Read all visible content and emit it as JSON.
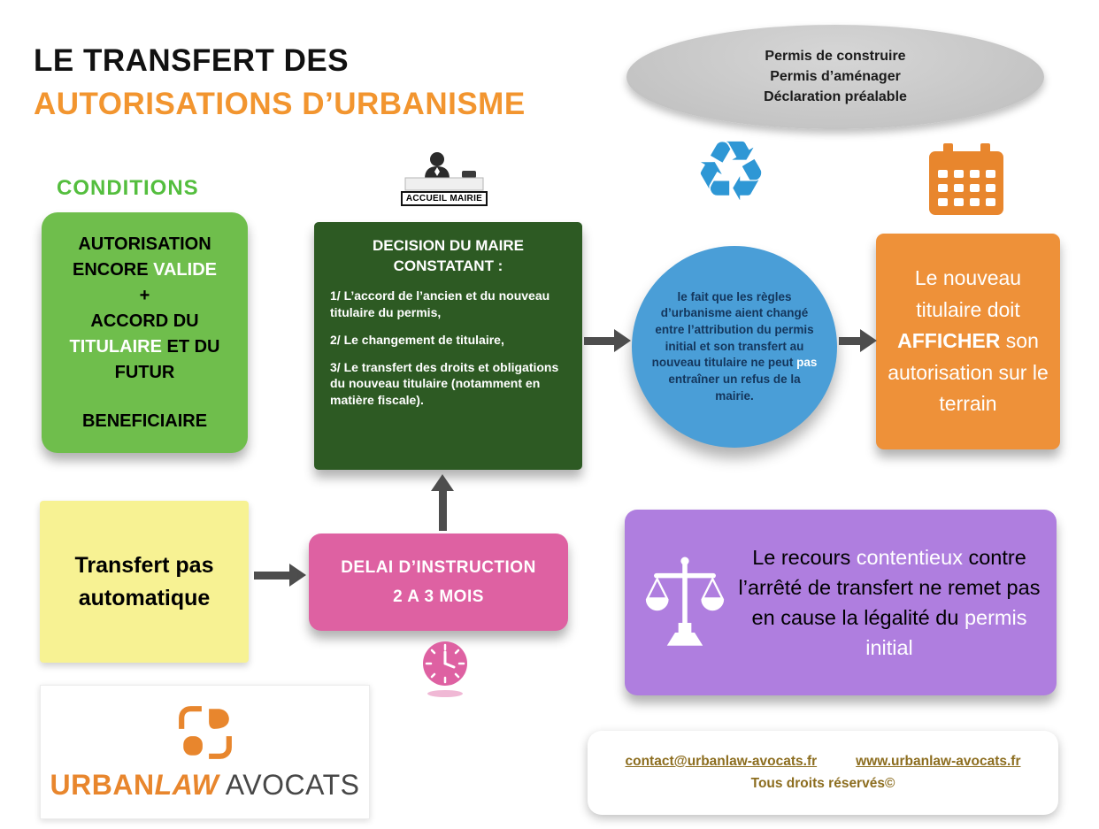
{
  "header": {
    "title_line1": "LE TRANSFERT DES",
    "title_line2": "AUTORISATIONS D’URBANISME"
  },
  "permits_bubble": {
    "line1": "Permis de construire",
    "line2": "Permis d’aménager",
    "line3": "Déclaration préalable"
  },
  "conditions": {
    "heading": "CONDITIONS",
    "line1": "AUTORISATION",
    "line2_black": "ENCORE ",
    "line2_white": "VALIDE",
    "line3": "+",
    "line4": "ACCORD DU",
    "line5_white": "TITULAIRE",
    "line5_black": " ET DU",
    "line6": "FUTUR",
    "line7": "BENEFICIAIRE"
  },
  "mairie": {
    "sign": "ACCUEIL MAIRIE",
    "heading_line1": "DECISION DU MAIRE",
    "heading_line2": "CONSTATANT :",
    "item1": "1/ L’accord de l’ancien et du nouveau titulaire du permis,",
    "item2": "2/ Le changement de titulaire,",
    "item3": "3/ Le transfert des droits et obligations du nouveau titulaire (notamment en matière fiscale)."
  },
  "rules_circle": {
    "seg1": "le fait que les règles d’urbanisme aient changé entre l’attribution du permis initial et son transfert au nouveau titulaire ne peut ",
    "seg_highlight": "pas",
    "seg2": " entraîner un refus de la mairie."
  },
  "display_box": {
    "seg1": "Le nouveau titulaire doit ",
    "seg_bold": "AFFICHER",
    "seg2": " son autorisation sur le terrain"
  },
  "transfer_box": {
    "text": "Transfert pas automatique"
  },
  "delay_box": {
    "line1": "DELAI D’INSTRUCTION",
    "line2": "2 A 3 MOIS"
  },
  "appeal_box": {
    "seg1": "Le recours ",
    "seg_white1": "contentieux",
    "seg2": " contre l’arrêté de transfert ne remet pas en cause la légalité du ",
    "seg_white2": "permis initial"
  },
  "logo": {
    "part1": "URBAN",
    "part2": "LAW",
    "part3": " AVOCATS"
  },
  "footer": {
    "email": "contact@urbanlaw-avocats.fr",
    "website": "www.urbanlaw-avocats.fr",
    "rights": "Tous droits réservés©"
  },
  "icons": {
    "recycle_glyph": "♻",
    "recycle": "recycle-icon",
    "calendar": "calendar-icon",
    "clock": "clock-icon",
    "scales": "scales-icon",
    "reception": "reception-desk-icon"
  },
  "colors": {
    "title_orange": "#F2952F",
    "green_box": "#6FBE4C",
    "dark_green_box": "#2D5A23",
    "blue_circle": "#4A9ED7",
    "orange_box": "#EE9139",
    "yellow_box": "#F7F293",
    "pink_box": "#DE61A2",
    "purple_box": "#AF7EDF",
    "footer_text": "#8C6D1F",
    "arrow_gray": "#4D4D4D"
  }
}
